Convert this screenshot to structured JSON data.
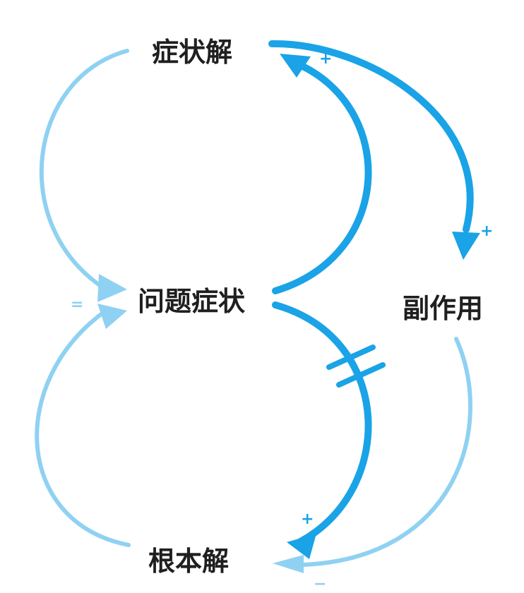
{
  "diagram": {
    "nodes": {
      "symptomatic_solution": "症状解",
      "problem_symptom": "问题症状",
      "side_effect": "副作用",
      "fundamental_solution": "根本解"
    },
    "signs": {
      "symptom_feedback": "+",
      "side_effect_link": "+",
      "fundamental_link": "+",
      "to_problem_left": "=",
      "side_effect_to_fundamental": "−"
    },
    "delay_mark": "delay",
    "colors": {
      "strong": "#1aa3e6",
      "light": "#8fd1f2",
      "text": "#1f1f1f"
    }
  }
}
